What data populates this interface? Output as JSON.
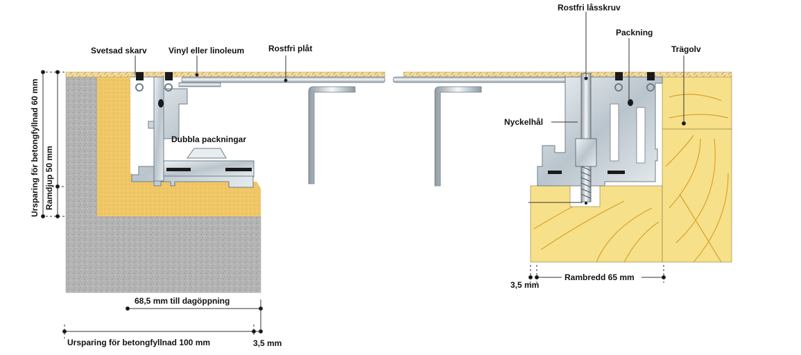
{
  "diagram": {
    "title": "Floor hatch frame cross-section",
    "labels": {
      "svetsad_skarv": "Svetsad skarv",
      "vinyl": "Vinyl eller linoleum",
      "rostfri_plat": "Rostfri plåt",
      "dubbla_packningar": "Dubbla packningar",
      "rostfri_lasskruv": "Rostfri låsskruv",
      "packning": "Packning",
      "tragolv": "Trägolv",
      "nyckelhal": "Nyckelhål"
    },
    "dimensions": {
      "ursparing_60": "Ursparing för betongfyllnad 60 mm",
      "ramdjup_50": "Ramdjup 50 mm",
      "dagoppning_68": "68,5 mm till dagöppning",
      "ursparing_100": "Ursparing för betongfyllnad 100 mm",
      "gap_left": "3,5 mm",
      "gap_right": "3,5 mm",
      "rambredd_65": "Rambredd 65 mm"
    },
    "colors": {
      "concrete": "#b4b4b4",
      "filler": "#f0c766",
      "wood": "#f7e08a",
      "wood_grain": "#d9a22a",
      "metal": "#cfd8de",
      "metal_dark": "#7d8a94",
      "gasket": "#1a1a1a",
      "dim_line": "#333333"
    }
  }
}
